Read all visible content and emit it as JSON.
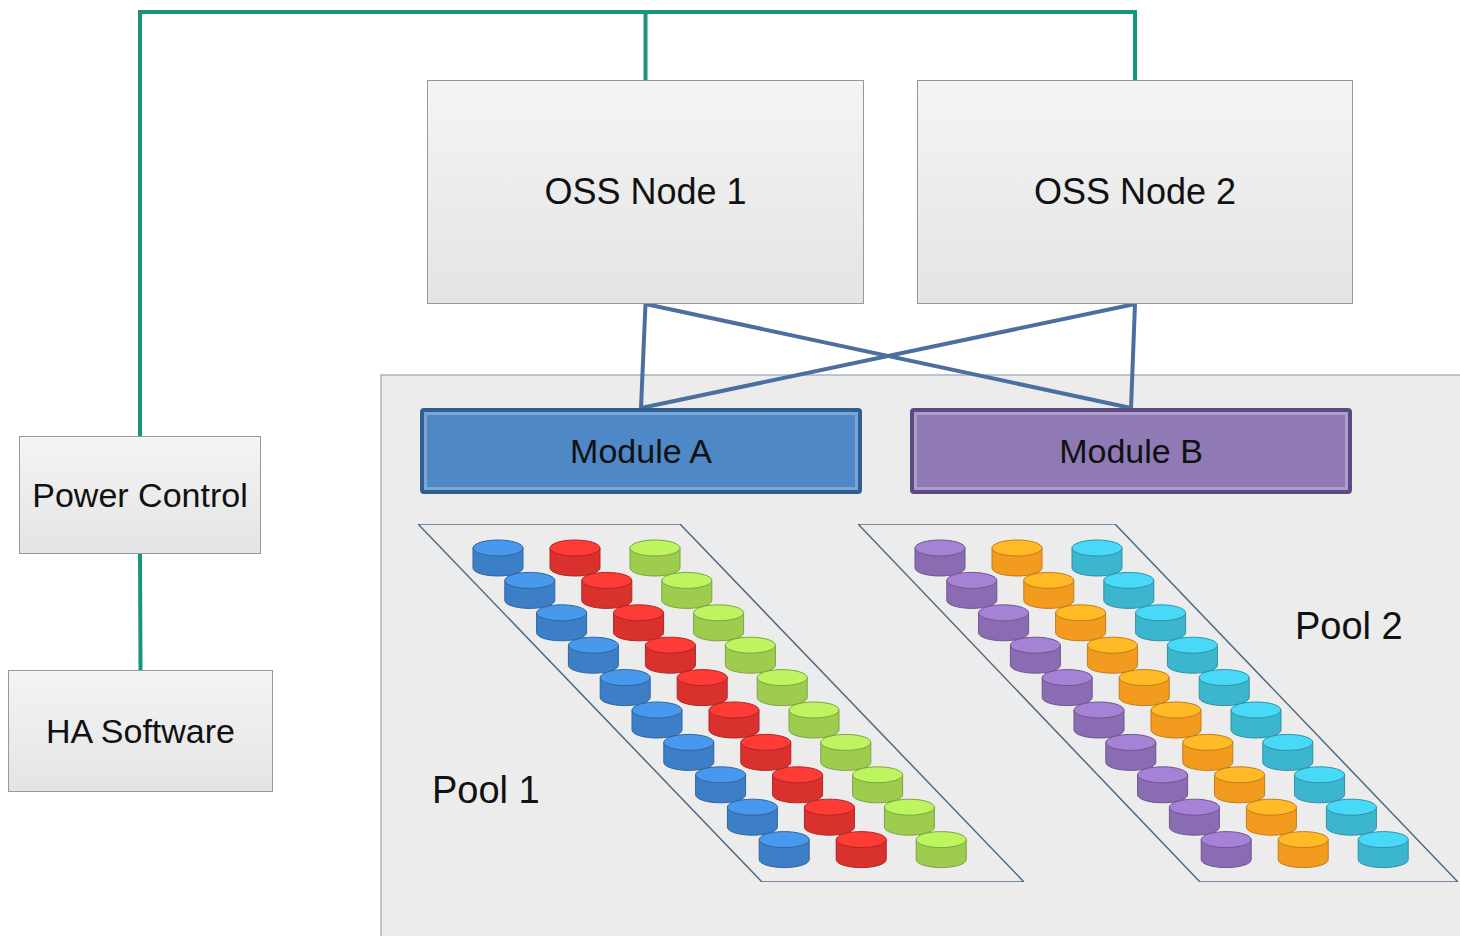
{
  "diagram": {
    "nodes": [
      {
        "text": [
          "OSS Node 1"
        ]
      },
      {
        "text": [
          "OSS Node 2"
        ]
      },
      {
        "text": [
          "Power Control"
        ]
      },
      {
        "text": [
          "Module A"
        ]
      },
      {
        "text": [
          "Module B"
        ]
      },
      {
        "text": [
          "HA Software"
        ]
      },
      {
        "text": [
          "Pool 1"
        ]
      },
      {
        "text": [
          "Pool 2"
        ]
      }
    ],
    "edges": [
      {
        "from": 2,
        "to": 0,
        "arrow": "none"
      },
      {
        "from": 2,
        "to": 1,
        "arrow": "none"
      },
      {
        "from": 5,
        "to": 2,
        "arrow": "none"
      },
      {
        "from": 0,
        "to": 3,
        "arrow": "none"
      },
      {
        "from": 0,
        "to": 4,
        "arrow": "none"
      },
      {
        "from": 1,
        "to": 3,
        "arrow": "none"
      },
      {
        "from": 1,
        "to": 4,
        "arrow": "none"
      }
    ]
  }
}
